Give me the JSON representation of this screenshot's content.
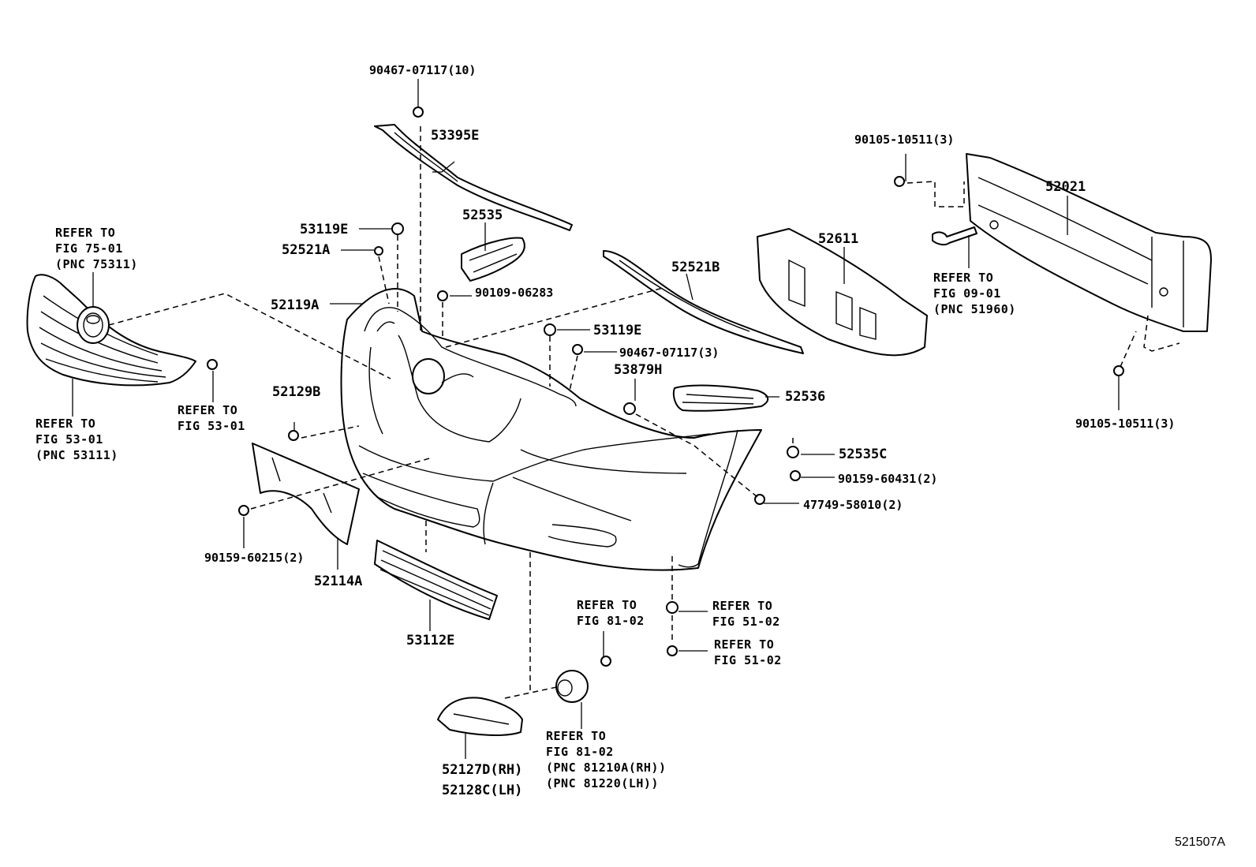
{
  "parts": {
    "p53395E": "53395E",
    "p52535": "52535",
    "p53119E_top": "53119E",
    "p52521A": "52521A",
    "p52119A": "52119A",
    "p52521B": "52521B",
    "p53119E_mid": "53119E",
    "p53879H": "53879H",
    "p52536": "52536",
    "p52611": "52611",
    "p52021": "52021",
    "p52129B": "52129B",
    "p52535C": "52535C",
    "p52114A": "52114A",
    "p53112E": "53112E",
    "p52127D": "52127D(RH)",
    "p52128C": "52128C(LH)"
  },
  "bolts": {
    "b90467_top": "90467-07117(10)",
    "b90109": "90109-06283",
    "b90467_mid": "90467-07117(3)",
    "b90105_top": "90105-10511(3)",
    "b90105_bot": "90105-10511(3)",
    "b90159_604": "90159-60431(2)",
    "b47749": "47749-58010(2)",
    "b90159_602": "90159-60215(2)"
  },
  "refs": {
    "r_emblem": [
      "REFER TO",
      "FIG 75-01",
      "(PNC 75311)"
    ],
    "r_grille": [
      "REFER TO",
      "FIG 53-01",
      "(PNC 53111)"
    ],
    "r_clip": [
      "REFER TO",
      "FIG 53-01"
    ],
    "r_tow": [
      "REFER TO",
      "FIG 09-01",
      "(PNC 51960)"
    ],
    "r_fogbolt": [
      "REFER TO",
      "FIG 81-02"
    ],
    "r_clip51a": [
      "REFER TO",
      "FIG 51-02"
    ],
    "r_clip51b": [
      "REFER TO",
      "FIG 51-02"
    ],
    "r_foglamp": [
      "REFER TO",
      "FIG 81-02",
      "(PNC 81210A(RH))",
      "(PNC 81220(LH))"
    ]
  },
  "figure_code": "521507A"
}
